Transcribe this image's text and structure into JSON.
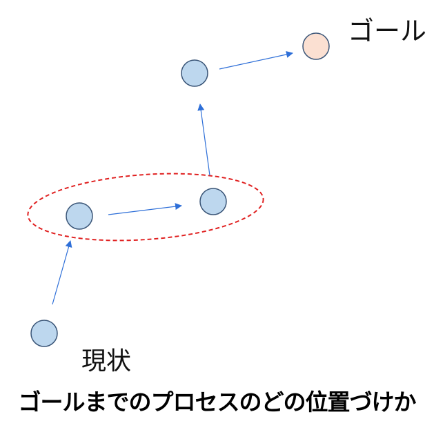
{
  "labels": {
    "goal": "ゴール",
    "current": "現状"
  },
  "caption": "ゴールまでのプロセスのどの位置づけか",
  "colors": {
    "node_fill": "#bdd7ee",
    "node_stroke": "#3a5577",
    "goal_fill": "#fbe0d2",
    "arrow": "#2e6fd8",
    "highlight_ellipse": "#e02020"
  },
  "diagram": {
    "nodes": [
      "current-node",
      "step-1-node",
      "step-2-node",
      "step-3-node",
      "goal-node"
    ],
    "edges": [
      [
        "current-node",
        "step-1-node"
      ],
      [
        "step-1-node",
        "step-2-node"
      ],
      [
        "step-2-node",
        "step-3-node"
      ],
      [
        "step-3-node",
        "goal-node"
      ]
    ],
    "highlighted": [
      "step-1-node",
      "step-2-node"
    ],
    "highlight_style": "dashed-ellipse"
  }
}
